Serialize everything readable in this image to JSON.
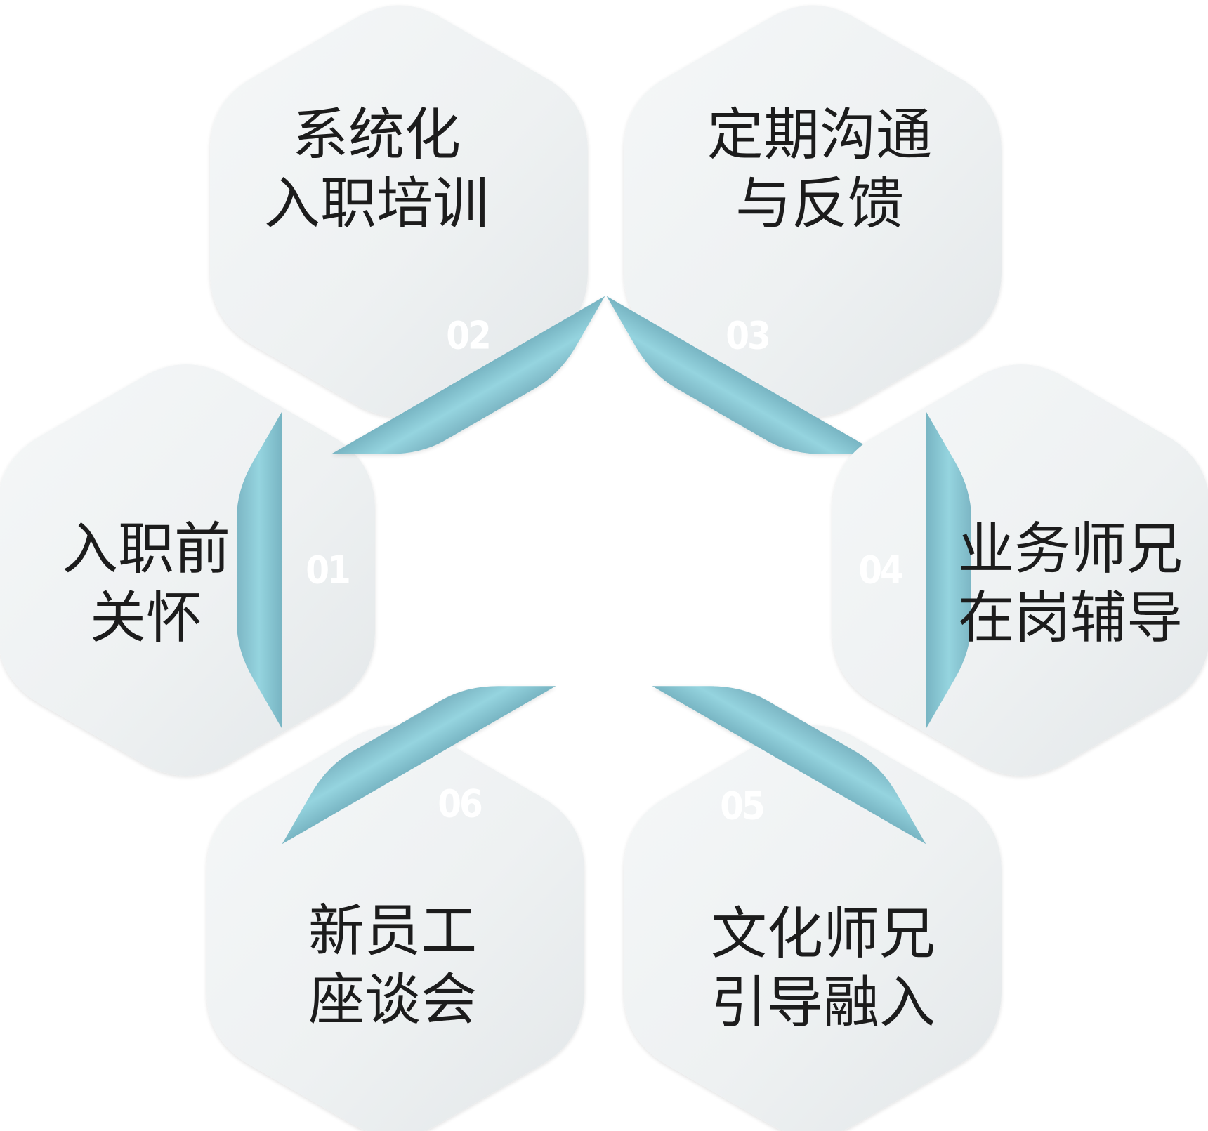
{
  "steps": [
    {
      "number": "01",
      "lines": [
        "入职前",
        "关怀"
      ]
    },
    {
      "number": "02",
      "lines": [
        "系统化",
        "入职培训"
      ]
    },
    {
      "number": "03",
      "lines": [
        "定期沟通",
        "与反馈"
      ]
    },
    {
      "number": "04",
      "lines": [
        "业务师兄",
        "在岗辅导"
      ]
    },
    {
      "number": "05",
      "lines": [
        "文化师兄",
        "引导融入"
      ]
    },
    {
      "number": "06",
      "lines": [
        "新员工",
        "座谈会"
      ]
    }
  ],
  "colors": {
    "hexagon_light": "#f3f5f6",
    "hexagon_dark": "#e4e8ea",
    "band_light": "#93d3de",
    "band_dark": "#72aebc",
    "number_text": "#ffffff",
    "label_text": "#1a1a1a"
  }
}
